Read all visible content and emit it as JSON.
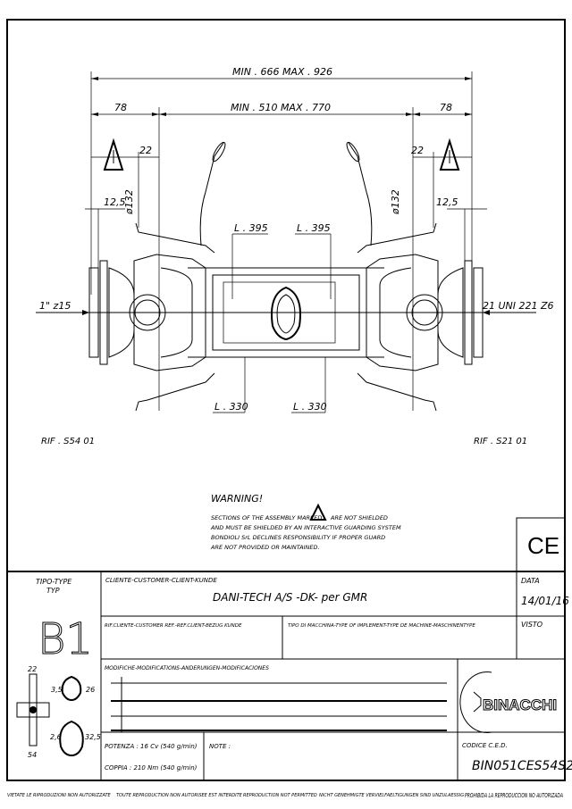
{
  "dimensions": {
    "overall": "MIN . 666   MAX . 926",
    "inner": "MIN . 510   MAX . 770",
    "left_end": "78",
    "right_end": "78",
    "left_22": "22",
    "right_22": "22",
    "left_diam": "ø132",
    "right_diam": "ø132",
    "left_12_5": "12,5",
    "right_12_5": "12,5",
    "tube_top_left": "L . 395",
    "tube_top_right": "L . 395",
    "tube_bottom_left": "L . 330",
    "tube_bottom_right": "L . 330",
    "left_spline": "1\" z15",
    "right_spline": "21 UNI 221 Z6",
    "ref_left": "RIF . S54 01",
    "ref_right": "RIF . S21 01"
  },
  "warning": {
    "title": "WARNING!",
    "line1a": "SECTIONS OF THE ASSEMBLY MARKED",
    "line1b": "ARE NOT SHIELDED",
    "line2": "AND MUST BE SHIELDED BY AN INTERACTIVE GUARDING SYSTEM",
    "line3": "BONDIOLI SrL DECLINES RESPONSIBILITY IF PROPER GUARD",
    "line4": "ARE NOT PROVIDED OR MAINTAINED."
  },
  "ce_mark": "CE",
  "title_block": {
    "type_label": "TIPO-TYPE",
    "type_label2": "TYP",
    "type_value": "B1",
    "cross_22": "22",
    "cross_54": "54",
    "profile1_wall": "3,5",
    "profile1_size": "26",
    "profile2_wall": "2,6",
    "profile2_size": "32,5",
    "customer_label": "CLIENTE-CUSTOMER-CLIENT-KUNDE",
    "customer_value": "DANI-TECH A/S   -DK-   per GMR",
    "date_label": "DATA",
    "date_value": "14/01/16",
    "customer_ref_label": "RIF.CLIENTE-CUSTOMER REF.-REF.CLIENT-BEZUG KUNDE",
    "machine_type_label": "TIPO DI MACCHINA-TYPE OF IMPLEMENT-TYPE DE MACHINE-MASCHINENTYPE",
    "visto_label": "VISTO",
    "modifications_label": "MODIFICHE-MODIFICATIONS-ANDERUNGEN-MODIFICACIONES",
    "logo_text": "BINACCHI",
    "power": "POTENZA : 16 Cv (540 g/min)",
    "torque": "COPPIA : 210 Nm (540 g/min)",
    "note_label": "NOTE :",
    "code_label": "CODICE C.E.D.",
    "code_value": "BIN051CES54S21"
  },
  "footer": [
    "VIETATE LE RIPRODUZIONI NON AUTORIZZATE",
    "TOUTE REPRODUCTION NON AUTORISEE EST INTERDITE",
    "REPRODUCTION NOT PERMITTED",
    "NICHT GENEHMIGTE VERVIELFAELTIGUNGEN SIND UNZULAESSIG",
    "PROHIBIDA LA REPRODUCCION NO AUTORIZADA"
  ]
}
